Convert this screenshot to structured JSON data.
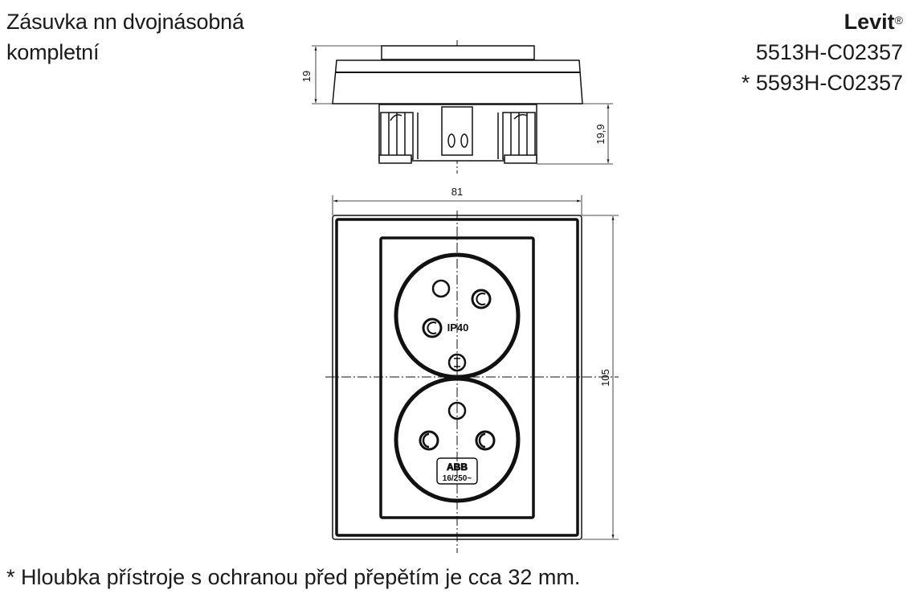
{
  "header": {
    "title_line1": "Zásuvka nn dvojnásobná",
    "title_line2": "kompletní",
    "brand": "Levit",
    "brand_mark": "®",
    "codes": [
      "5513H-C02357",
      "* 5593H-C02357"
    ]
  },
  "drawing": {
    "side_view": {
      "dim_height_cover": "19",
      "dim_height_base": "19,9"
    },
    "front_view": {
      "dim_width": "81",
      "dim_height": "105",
      "socket_top_label": "IP40",
      "socket_bottom_logo": "ABB",
      "socket_bottom_rating": "16/250~"
    }
  },
  "footnote": "* Hloubka přístroje s ochranou před přepětím je cca 32 mm."
}
